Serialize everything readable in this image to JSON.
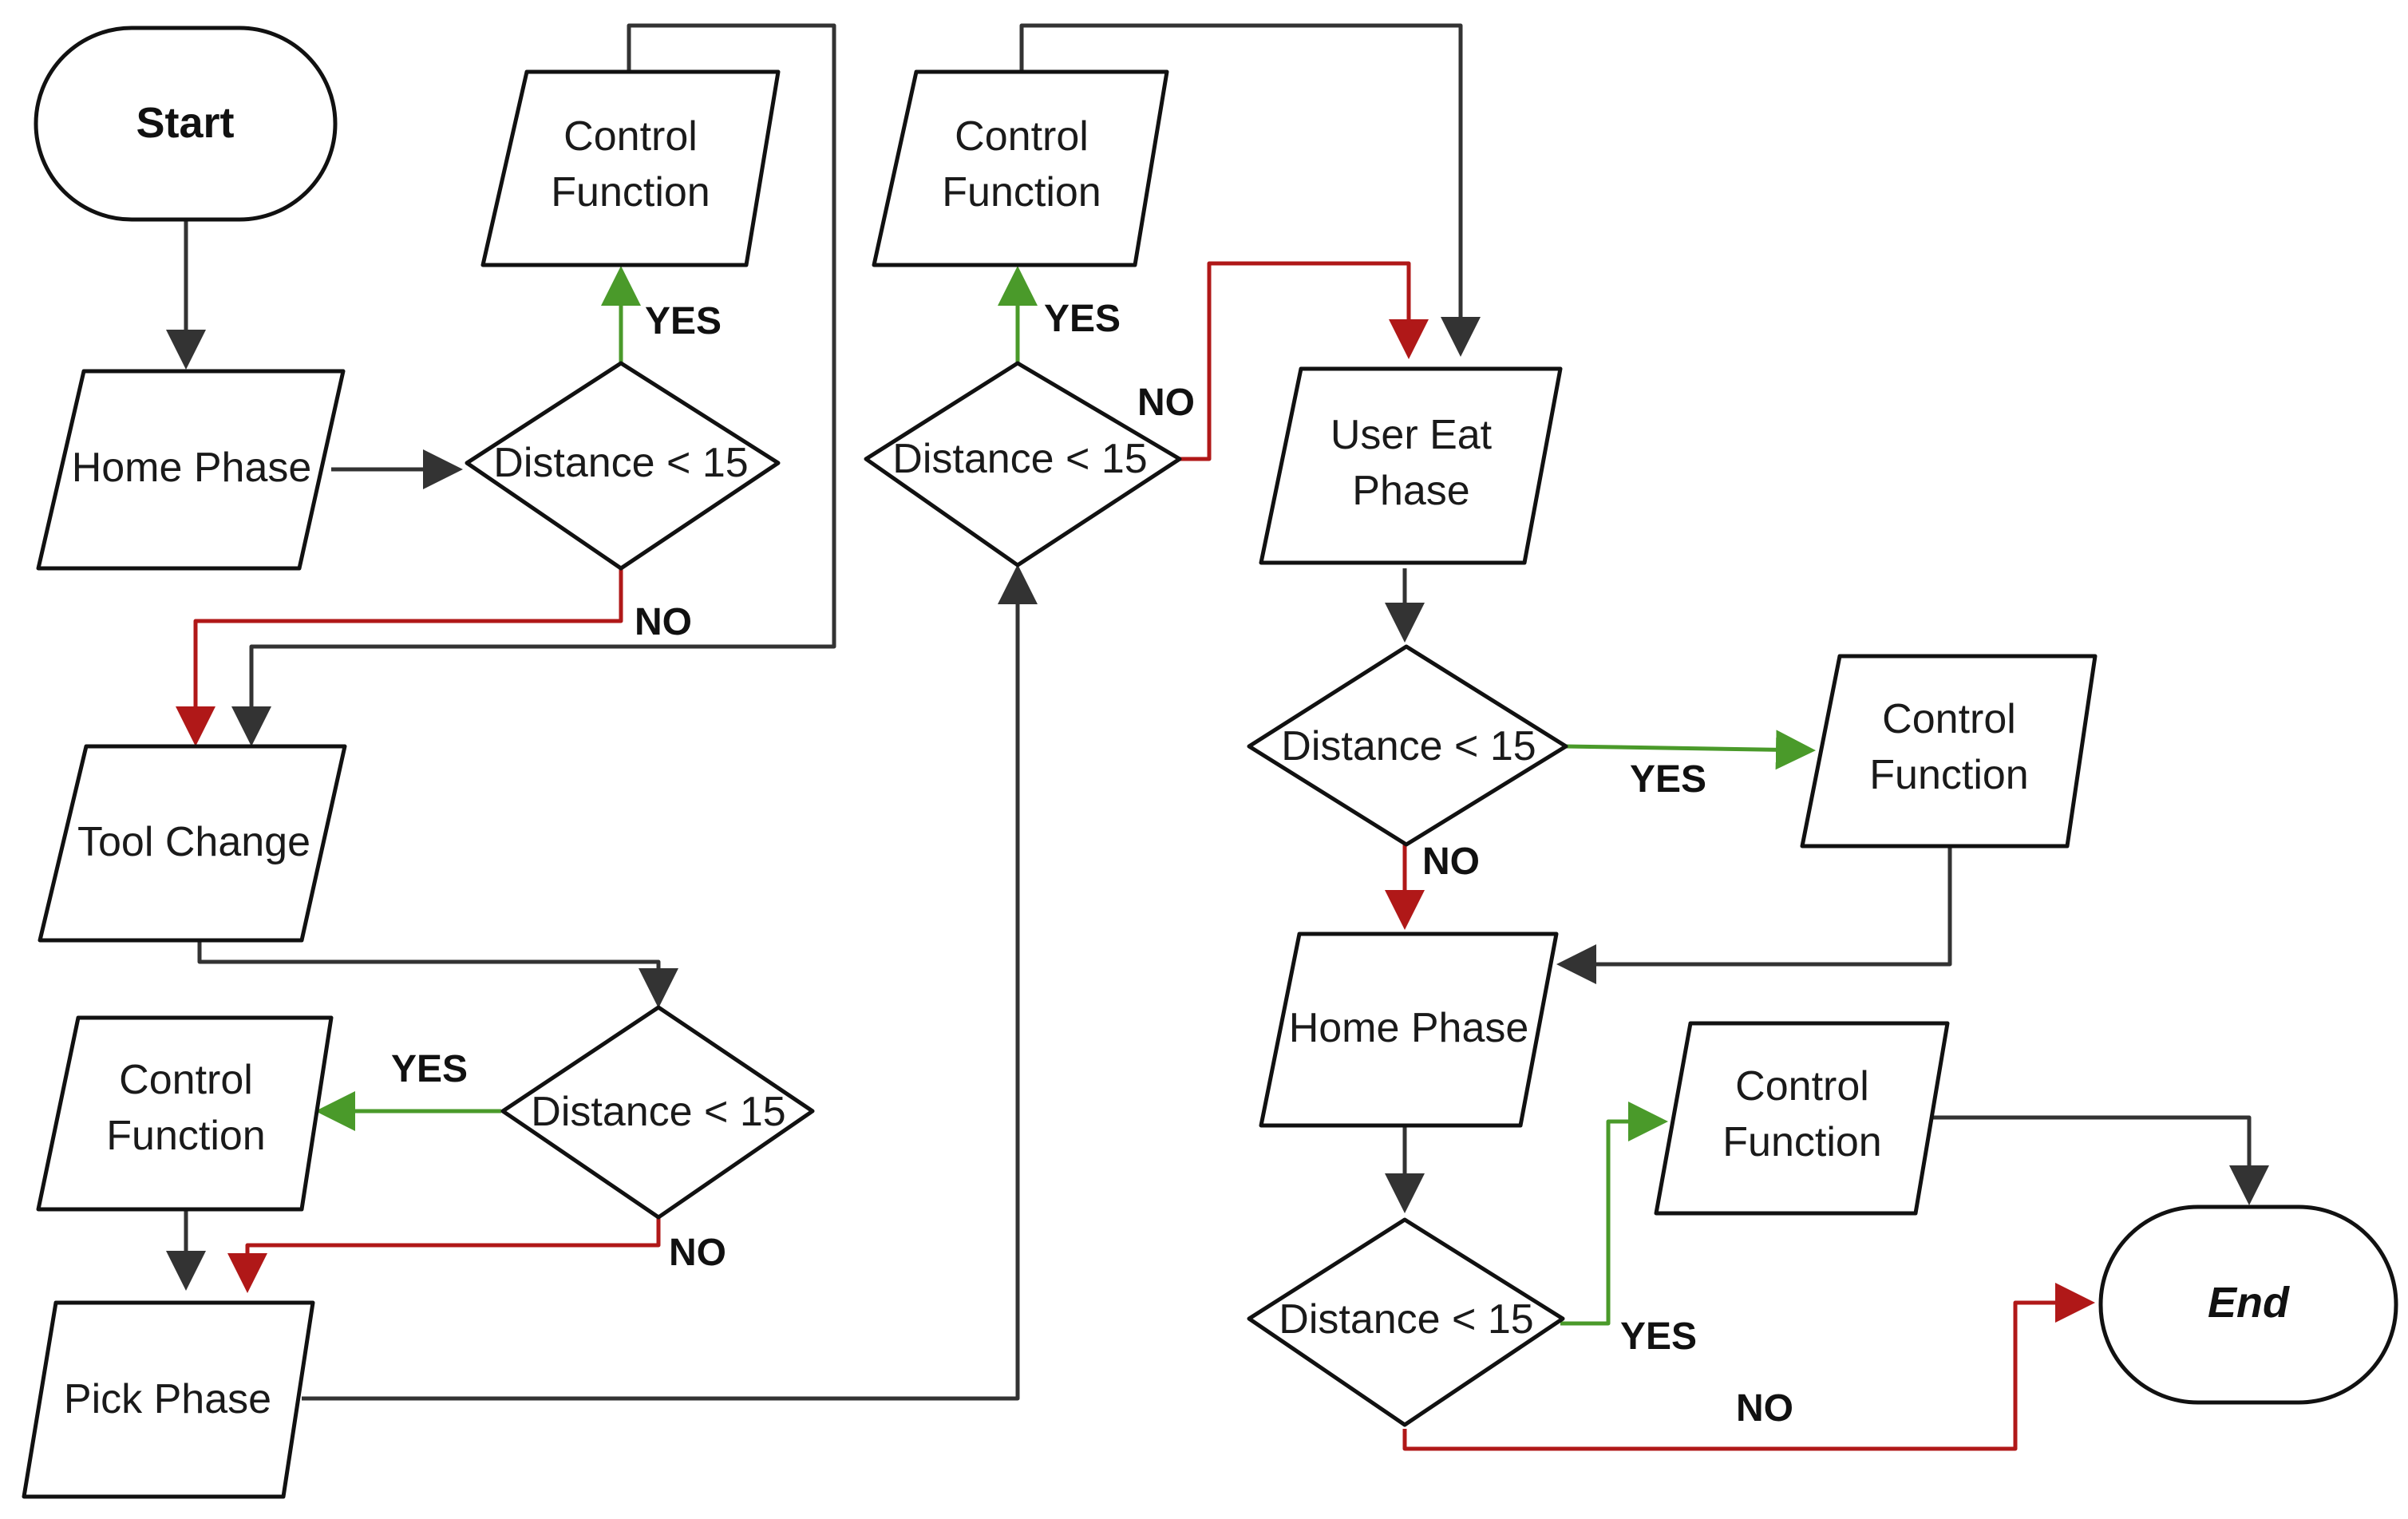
{
  "colors": {
    "default": "#333333",
    "yes": "#4a9a2a",
    "no": "#b01818"
  },
  "nodes": {
    "start": {
      "text": "Start"
    },
    "home_phase_1": {
      "text": "Home Phase"
    },
    "decision_1": {
      "text": "Distance < 15"
    },
    "control_function_1": {
      "line1": "Control",
      "line2": "Function"
    },
    "tool_change": {
      "text": "Tool Change"
    },
    "decision_2": {
      "text": "Distance < 15"
    },
    "control_function_2": {
      "line1": "Control",
      "line2": "Function"
    },
    "pick_phase": {
      "text": "Pick Phase"
    },
    "decision_3": {
      "text": "Distance < 15"
    },
    "control_function_3": {
      "line1": "Control",
      "line2": "Function"
    },
    "user_eat_phase": {
      "line1": "User Eat",
      "line2": "Phase"
    },
    "decision_4": {
      "text": "Distance < 15"
    },
    "control_function_4": {
      "line1": "Control",
      "line2": "Function"
    },
    "home_phase_2": {
      "text": "Home Phase"
    },
    "decision_5": {
      "text": "Distance < 15"
    },
    "control_function_5": {
      "line1": "Control",
      "line2": "Function"
    },
    "end": {
      "text": "End"
    }
  },
  "edge_labels": {
    "d1_yes": "YES",
    "d1_no": "NO",
    "d2_yes": "YES",
    "d2_no": "NO",
    "d3_yes": "YES",
    "d3_no": "NO",
    "d4_yes": "YES",
    "d4_no": "NO",
    "d5_yes": "YES",
    "d5_no": "NO"
  }
}
